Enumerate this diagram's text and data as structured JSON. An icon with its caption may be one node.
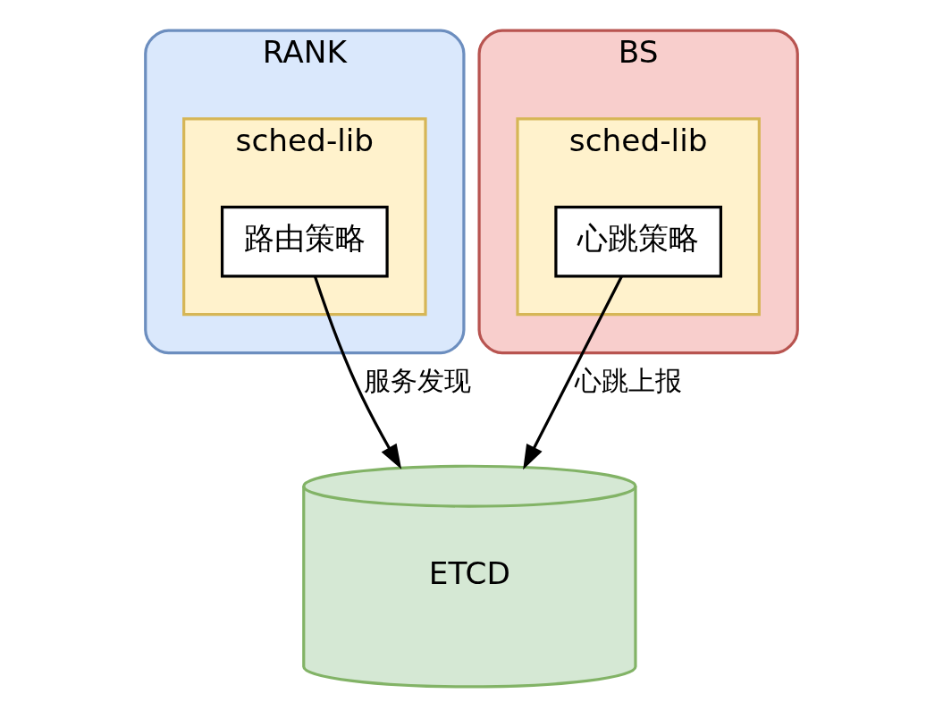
{
  "diagram": {
    "nodes": [
      {
        "text": [
          "RANK"
        ]
      },
      {
        "text": [
          "sched-lib"
        ],
        "in": 0
      },
      {
        "text": [
          "路由策略"
        ],
        "in": 1
      },
      {
        "text": [
          "BS"
        ]
      },
      {
        "text": [
          "sched-lib"
        ],
        "in": 3
      },
      {
        "text": [
          "心跳策略"
        ],
        "in": 4
      },
      {
        "text": [
          "ETCD"
        ]
      }
    ],
    "edges": [
      {
        "from": 2,
        "to": 6,
        "arrow": "to",
        "label": "服务发现"
      },
      {
        "from": 5,
        "to": 6,
        "arrow": "to",
        "label": "心跳上报"
      }
    ]
  }
}
